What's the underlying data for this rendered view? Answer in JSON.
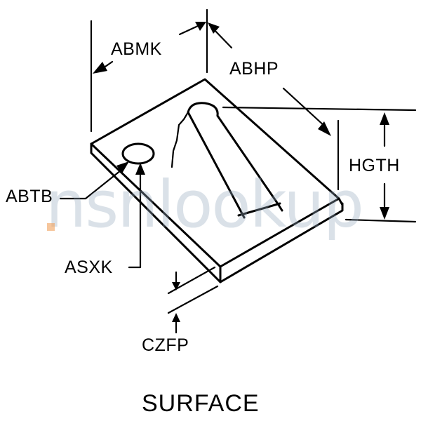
{
  "labels": {
    "abmk": "ABMK",
    "abhp": "ABHP",
    "hgth": "HGTH",
    "abtb": "ABTB",
    "asxk": "ASXK",
    "czfp": "CZFP"
  },
  "caption": "SURFACE",
  "watermark": "nsnlookup",
  "colors": {
    "line": "#000000",
    "watermark": "#96a8be",
    "watermark_accent": "#f0a05a"
  }
}
